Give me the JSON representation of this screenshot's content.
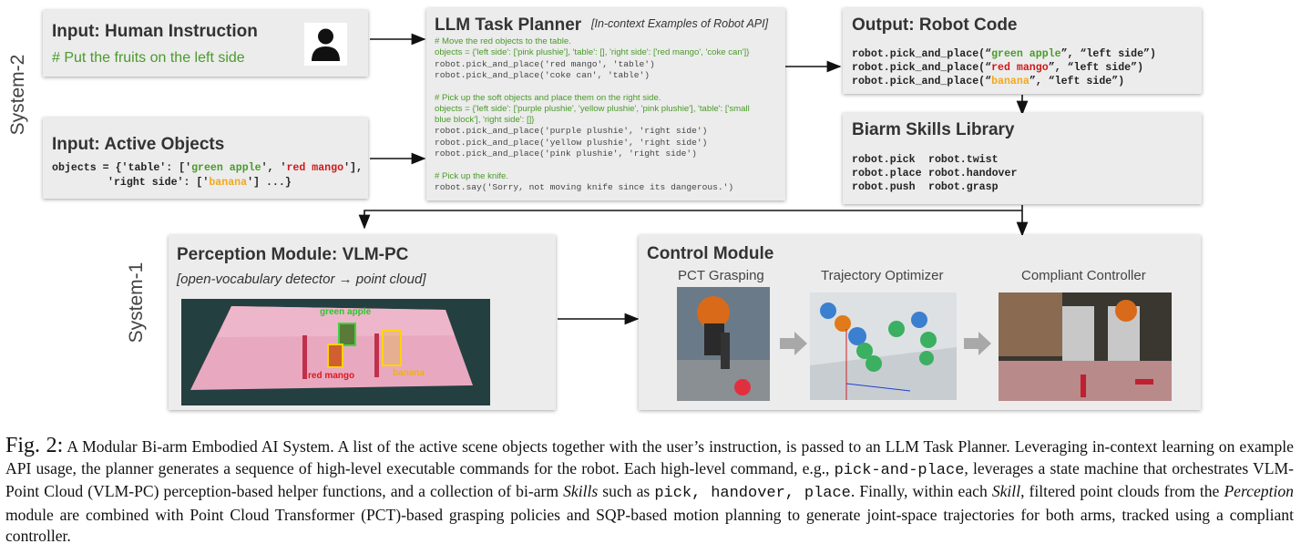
{
  "system_labels": {
    "system2": "System-2",
    "system1": "System-1"
  },
  "human_instruction": {
    "title": "Input: Human Instruction",
    "instruction": "# Put the fruits on the left side",
    "icon": "person-icon"
  },
  "active_objects": {
    "title": "Input: Active Objects",
    "line1_prefix": "objects = {'table': ['",
    "obj_green_apple": "green apple",
    "line1_mid": "', '",
    "obj_red_mango": "red mango",
    "line1_end": "'],",
    "line2_prefix": "'right side': ['",
    "obj_banana": "banana",
    "line2_end": "'] ...}"
  },
  "task_planner": {
    "title": "LLM Task Planner",
    "subtitle": "[In-context Examples of Robot API]",
    "lines": [
      {
        "kind": "comment",
        "text": "# Move the red objects to the table."
      },
      {
        "kind": "comment",
        "text": "objects = {'left side': ['pink plushie'], 'table': [], 'right side': ['red mango', 'coke can']}"
      },
      {
        "kind": "code",
        "text": "robot.pick_and_place('red mango', 'table')"
      },
      {
        "kind": "code",
        "text": "robot.pick_and_place('coke can', 'table')"
      },
      {
        "kind": "blank",
        "text": ""
      },
      {
        "kind": "comment",
        "text": "# Pick up the soft objects and place them on the right side."
      },
      {
        "kind": "comment",
        "text": "objects = {'left side': ['purple plushie', 'yellow plushie', 'pink plushie'], 'table': ['small"
      },
      {
        "kind": "comment",
        "text": "blue block'], 'right side': []}"
      },
      {
        "kind": "code",
        "text": "robot.pick_and_place('purple plushie', 'right side')"
      },
      {
        "kind": "code",
        "text": "robot.pick_and_place('yellow plushie', 'right side')"
      },
      {
        "kind": "code",
        "text": "robot.pick_and_place('pink plushie', 'right side')"
      },
      {
        "kind": "blank",
        "text": ""
      },
      {
        "kind": "comment",
        "text": "# Pick up the knife."
      },
      {
        "kind": "code",
        "text": "robot.say('Sorry, not moving knife since its dangerous.')"
      }
    ]
  },
  "robot_code": {
    "title": "Output: Robot Code",
    "prefix": "robot.pick_and_place(“",
    "suffix": "”, “left side”)",
    "item1": "green apple",
    "item2": "red mango",
    "item3": "banana"
  },
  "skills_library": {
    "title": "Biarm Skills Library",
    "rows": [
      [
        "robot.pick",
        "robot.twist"
      ],
      [
        "robot.place",
        "robot.handover"
      ],
      [
        "robot.push",
        "robot.grasp"
      ]
    ]
  },
  "perception": {
    "title": "Perception Module: VLM-PC",
    "subtitle": "[open-vocabulary detector → point cloud]",
    "labels": {
      "green_apple": "green apple",
      "red_mango": "red mango",
      "banana": "banana"
    }
  },
  "control": {
    "title": "Control Module",
    "stages": [
      "PCT Grasping",
      "Trajectory Optimizer",
      "Compliant Controller"
    ]
  },
  "caption": {
    "fig": "Fig. 2:",
    "part1": " A Modular Bi-arm Embodied AI System. A list of the active scene objects together with the user’s instruction, is passed to an LLM Task Planner. Leveraging in-context learning on example API usage, the planner generates a sequence of high-level executable commands for the robot. Each high-level command, e.g., ",
    "code1": "pick-and-place",
    "part2": ", leverages a state machine that orchestrates VLM-Point Cloud (VLM-PC) perception-based helper functions, and a collection of bi-arm ",
    "skills": "Skills",
    "part3": " such as ",
    "code2": "pick, handover, place",
    "part4": ". Finally, within each ",
    "skill": "Skill",
    "part5": ", filtered point clouds from the ",
    "perception": "Perception",
    "part6": " module are combined with Point Cloud Transformer (PCT)-based grasping policies and SQP-based motion planning to generate joint-space trajectories for both arms, tracked using a compliant controller."
  },
  "colors": {
    "green": "#4a9a2a",
    "red": "#d01818",
    "yellow": "#f2a81b",
    "box": "#ececec"
  }
}
